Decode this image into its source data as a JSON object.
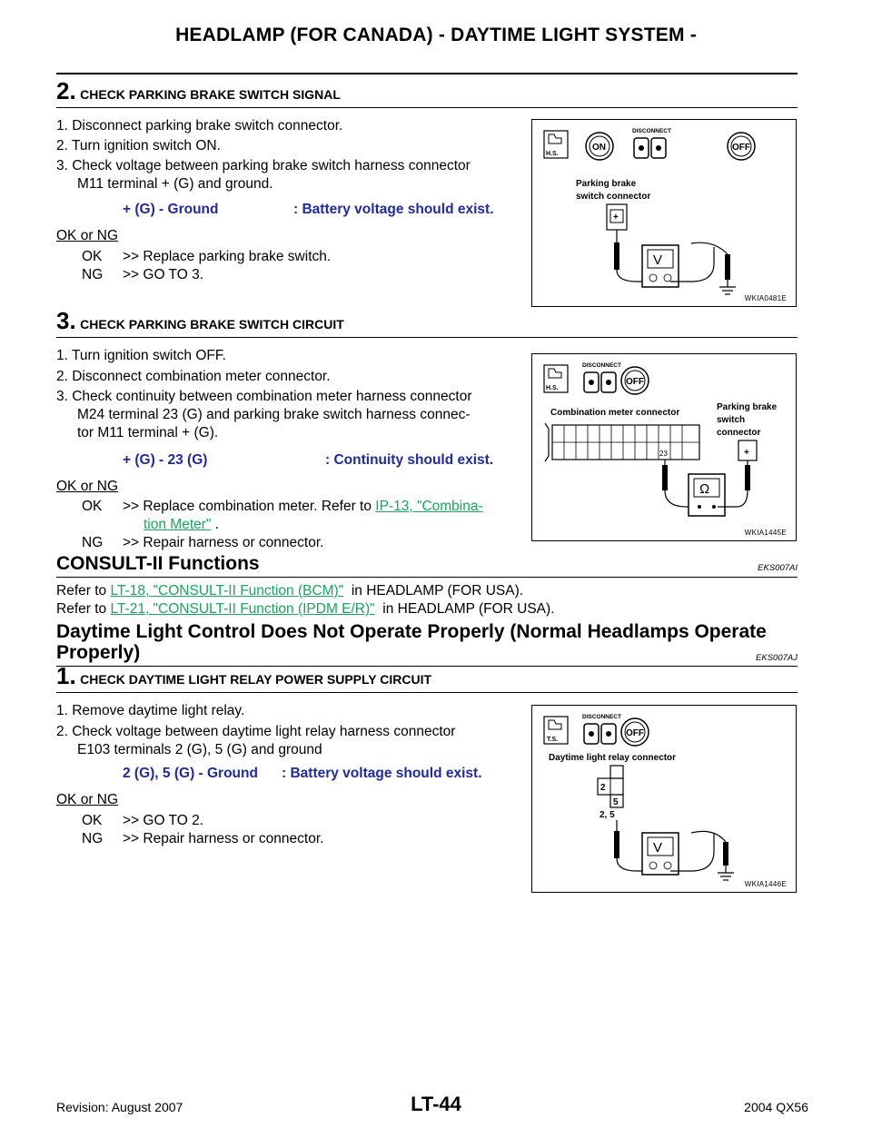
{
  "header": {
    "title": "HEADLAMP (FOR CANADA) - DAYTIME LIGHT SYSTEM -"
  },
  "step2": {
    "number": "2.",
    "title": "CHECK PARKING BRAKE SWITCH SIGNAL",
    "items": [
      "1. Disconnect parking brake switch connector.",
      "2. Turn ignition switch ON.",
      "3. Check voltage between parking brake switch harness connector",
      "M11 terminal + (G) and ground."
    ],
    "spec_left": "+ (G) - Ground",
    "spec_right": ": Battery voltage should exist.",
    "ok_ng": "OK or NG",
    "ok_label": "OK",
    "ok_text": ">> Replace parking brake switch.",
    "ng_label": "NG",
    "ng_text": ">> GO TO 3.",
    "figure": {
      "label_hs": "H.S.",
      "label_on": "ON",
      "label_disconnect": "DISCONNECT",
      "label_off": "OFF",
      "connector_label_1": "Parking brake",
      "connector_label_2": "switch connector",
      "terminal": "+",
      "meter": "V",
      "caption": "WKIA0481E"
    }
  },
  "step3": {
    "number": "3.",
    "title": "CHECK PARKING BRAKE SWITCH CIRCUIT",
    "items": [
      "1. Turn ignition switch OFF.",
      "2. Disconnect combination meter connector.",
      "3. Check continuity between combination meter harness connector",
      "M24 terminal 23 (G) and parking brake switch harness connec-",
      "tor M11 terminal + (G)."
    ],
    "spec_left": "+ (G) - 23 (G)",
    "spec_right": ": Continuity should exist.",
    "ok_ng": "OK or NG",
    "ok_label": "OK",
    "ok_text_1": ">> Replace combination meter. Refer to",
    "ok_link_1": "IP-13, \"Combina-",
    "ok_link_2": "tion Meter\"",
    "ok_text_2": ".",
    "ng_label": "NG",
    "ng_text": ">> Repair harness or connector.",
    "figure": {
      "label_hs": "H.S.",
      "label_disconnect": "DISCONNECT",
      "label_off": "OFF",
      "connector_label_left": "Combination meter connector",
      "connector_label_right_1": "Parking brake",
      "connector_label_right_2": "switch",
      "connector_label_right_3": "connector",
      "terminal_23": "23",
      "terminal_plus": "+",
      "meter": "Ω",
      "caption": "WKIA1445E"
    }
  },
  "consult": {
    "title": "CONSULT-II Functions",
    "code": "EKS007AI",
    "line1_pre": "Refer to",
    "line1_link": "LT-18, \"CONSULT-II Function (BCM)\"",
    "line1_post": "in HEADLAMP (FOR USA).",
    "line2_pre": "Refer to",
    "line2_link": "LT-21, \"CONSULT-II Function (IPDM E/R)\"",
    "line2_post": "in HEADLAMP (FOR USA)."
  },
  "daytime": {
    "title_line1": "Daytime Light Control Does Not Operate Properly (Normal Headlamps Operate",
    "title_line2": "Properly)",
    "code": "EKS007AJ"
  },
  "step1": {
    "number": "1.",
    "title": "CHECK DAYTIME LIGHT RELAY POWER SUPPLY CIRCUIT",
    "items": [
      "1. Remove daytime light relay.",
      "2. Check voltage between daytime light relay harness connector",
      "E103 terminals 2 (G), 5 (G) and ground"
    ],
    "spec_left": "2 (G), 5 (G) - Ground",
    "spec_right": ": Battery voltage should exist.",
    "ok_ng": "OK or NG",
    "ok_label": "OK",
    "ok_text": ">> GO TO 2.",
    "ng_label": "NG",
    "ng_text": ">> Repair harness or connector.",
    "figure": {
      "label_ts": "T.S.",
      "label_disconnect": "DISCONNECT",
      "label_off": "OFF",
      "connector_label": "Daytime light relay connector",
      "terminal_2": "2",
      "terminal_5": "5",
      "terminal_25": "2, 5",
      "meter": "V",
      "caption": "WKIA1446E"
    }
  },
  "footer": {
    "left": "Revision: August 2007",
    "center": "LT-44",
    "right": "2004 QX56"
  }
}
